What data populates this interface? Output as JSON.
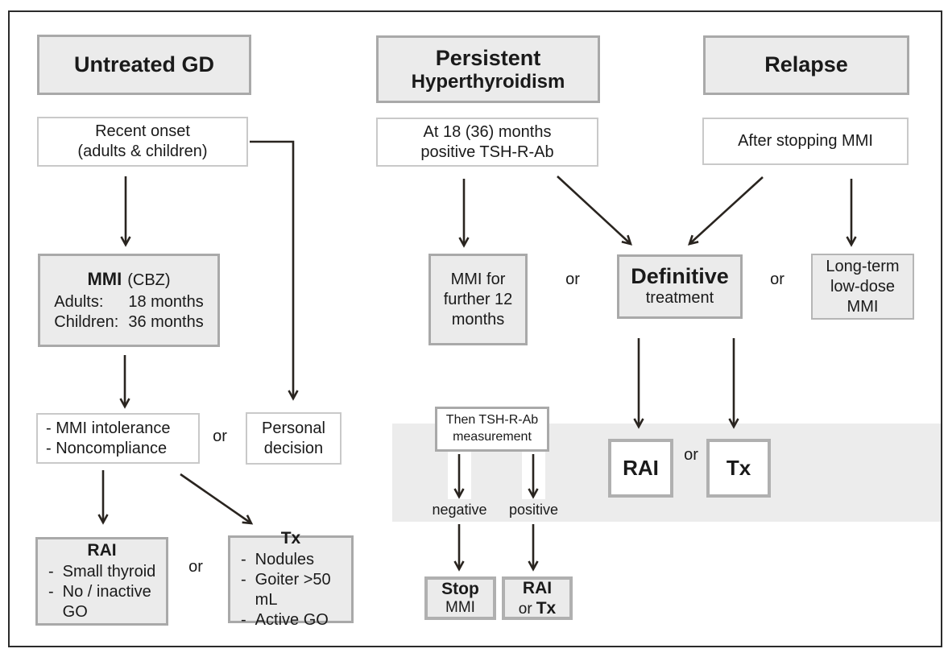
{
  "colors": {
    "box_fill": "#ebebeb",
    "box_border": "#a9a9a9",
    "thin_border": "#c9c9c9",
    "band_fill": "#ececec",
    "arrow": "#29241f",
    "frame_border": "#2b2b2b",
    "text": "#1a1a1a"
  },
  "untreated": {
    "header": "Untreated GD",
    "recent_onset": {
      "line1": "Recent onset",
      "line2": "(adults & children)"
    },
    "mmi": {
      "name": "MMI",
      "name_note": "(CBZ)",
      "rows": [
        {
          "label": "Adults:",
          "value": "18 months"
        },
        {
          "label": "Children:",
          "value": "36 months"
        }
      ]
    },
    "criteria": {
      "line1": "- MMI intolerance",
      "line2": "- Noncompliance"
    },
    "or_personal": "or",
    "personal": {
      "line1": "Personal",
      "line2": "decision"
    },
    "rai": {
      "title": "RAI",
      "bullet": "-",
      "items": [
        "Small thyroid",
        "No / inactive GO"
      ]
    },
    "or_rai_tx": "or",
    "tx": {
      "title": "Tx",
      "bullet": "-",
      "items": [
        "Nodules",
        "Goiter >50 mL",
        "Active GO"
      ]
    }
  },
  "persistent": {
    "header_line1": "Persistent",
    "header_line2": "Hyperthyroidism",
    "at18": {
      "line1": "At 18 (36) months",
      "line2": "positive TSH-R-Ab"
    },
    "mmi_further": {
      "line1": "MMI for",
      "line2": "further 12",
      "line3": "months"
    },
    "or_definitive": "or",
    "definitive": {
      "line1": "Definitive",
      "line2": "treatment"
    },
    "then_measure": {
      "line1": "Then TSH-R-Ab",
      "line2": "measurement"
    },
    "negative": "negative",
    "positive": "positive",
    "band_rai": "RAI",
    "band_or": "or",
    "band_tx": "Tx",
    "stop": {
      "line1": "Stop",
      "line2": "MMI"
    },
    "rai_or_tx": {
      "line1": "RAI",
      "or": "or",
      "tx": "Tx"
    }
  },
  "relapse": {
    "header": "Relapse",
    "after_stop": "After stopping MMI",
    "or_longterm": "or",
    "longterm": {
      "line1": "Long-term",
      "line2": "low-dose",
      "line3": "MMI"
    }
  }
}
